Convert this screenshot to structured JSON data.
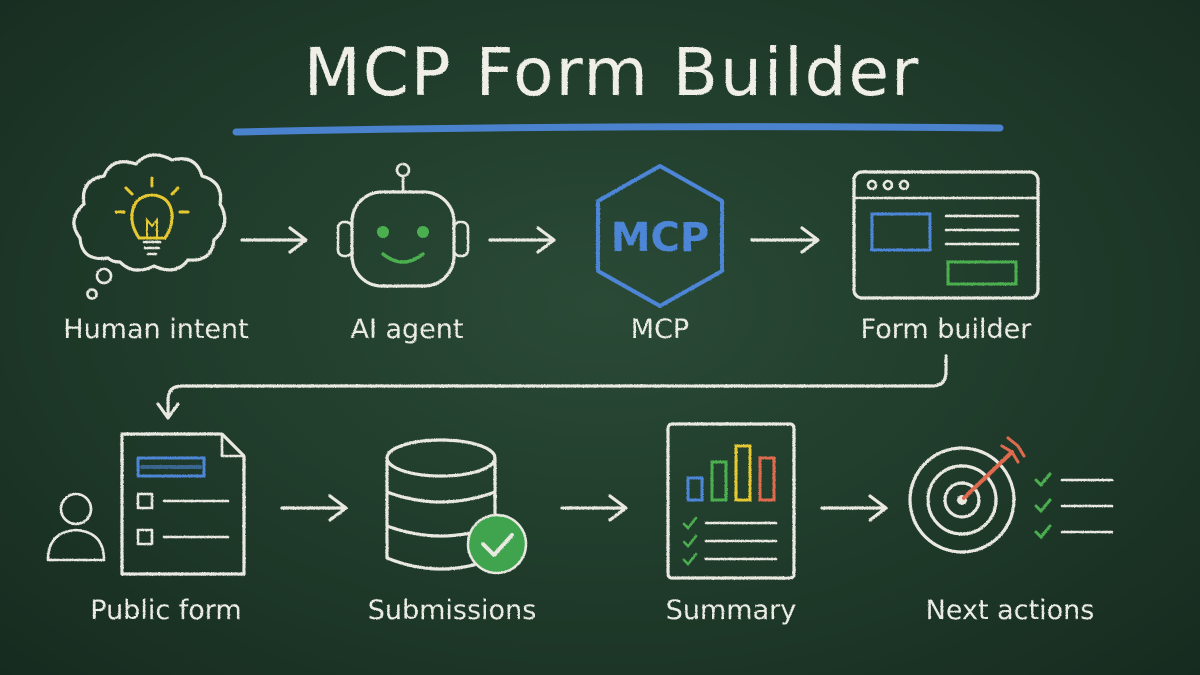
{
  "title": "MCP Form Builder",
  "colors": {
    "board": "#1f3a2a",
    "chalk": "#e9e9e2",
    "accent_blue": "#4d86d6",
    "accent_green": "#4caf50",
    "accent_yellow": "#e6c830",
    "accent_red": "#e06a4e"
  },
  "nodes": [
    {
      "id": "human-intent",
      "label": "Human intent",
      "icon": "lightbulb-thought-icon"
    },
    {
      "id": "ai-agent",
      "label": "AI agent",
      "icon": "robot-icon"
    },
    {
      "id": "mcp",
      "label": "MCP",
      "icon": "hexagon-icon",
      "icon_text": "MCP"
    },
    {
      "id": "form-builder",
      "label": "Form builder",
      "icon": "browser-window-icon"
    },
    {
      "id": "public-form",
      "label": "Public form",
      "icon": "document-form-icon"
    },
    {
      "id": "submissions",
      "label": "Submissions",
      "icon": "database-check-icon"
    },
    {
      "id": "summary",
      "label": "Summary",
      "icon": "bar-chart-report-icon"
    },
    {
      "id": "next-actions",
      "label": "Next actions",
      "icon": "target-checklist-icon"
    }
  ]
}
